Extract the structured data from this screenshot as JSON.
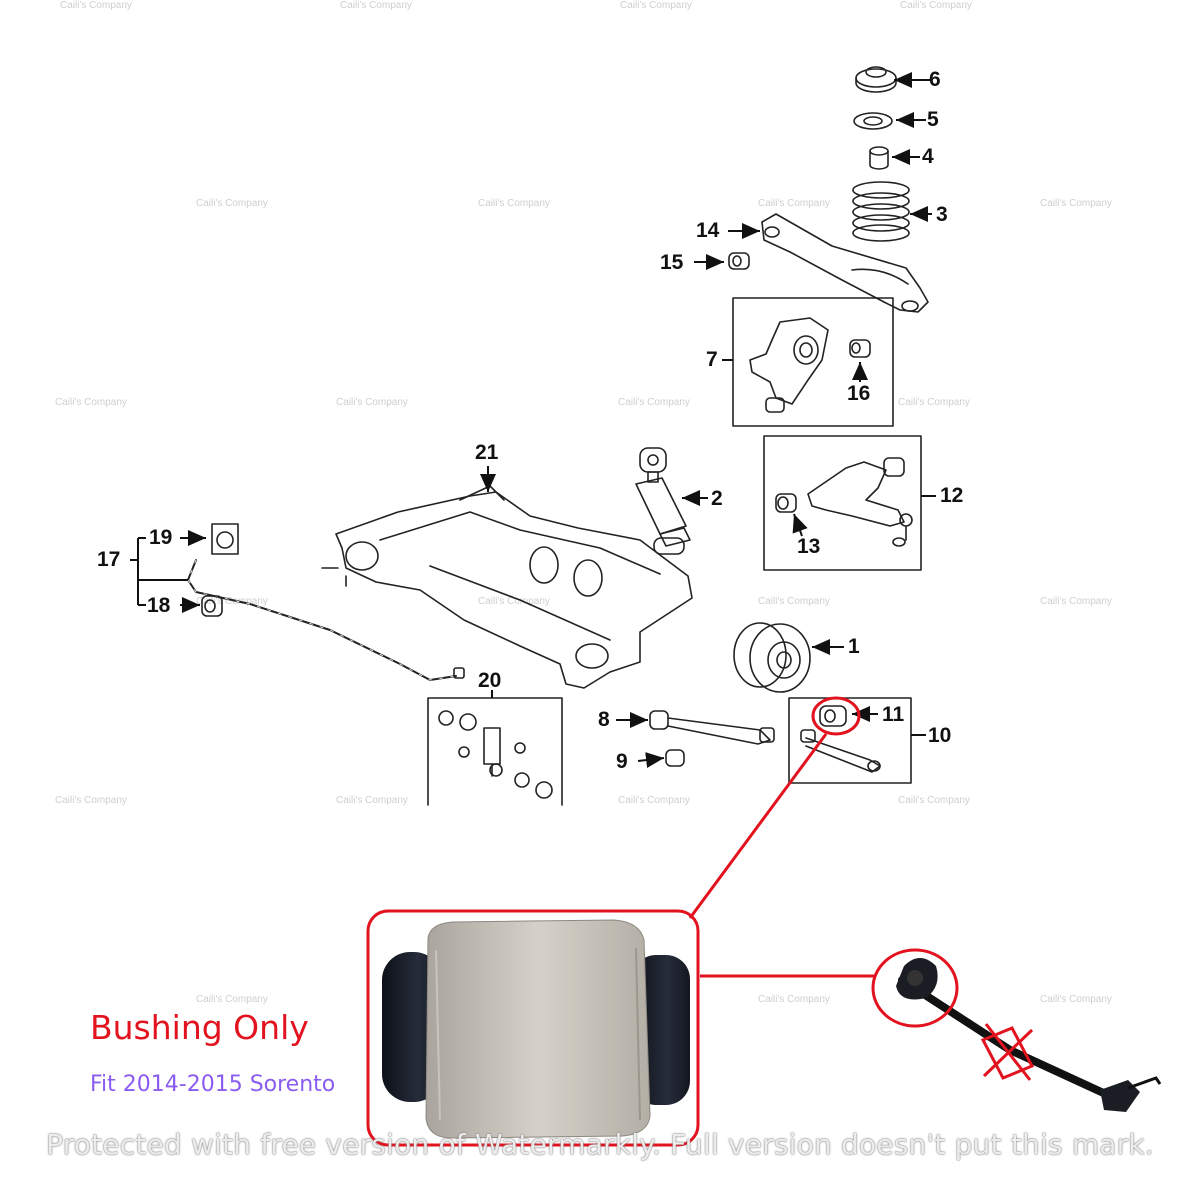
{
  "watermark": {
    "shop": "Caili's Company"
  },
  "footer_watermark": "Protected with free version of Watermarkly. Full version doesn't put this mark.",
  "product": {
    "headline": "Bushing Only",
    "fitment": "Fit 2014-2015 Sorento"
  },
  "colors": {
    "highlight": "#e2121e",
    "fitment_text": "#8a5cf0",
    "line_art": "#222222"
  },
  "part_numbers": [
    "1",
    "2",
    "3",
    "4",
    "5",
    "6",
    "7",
    "8",
    "9",
    "10",
    "11",
    "12",
    "13",
    "14",
    "15",
    "16",
    "17",
    "18",
    "19",
    "20",
    "21"
  ]
}
